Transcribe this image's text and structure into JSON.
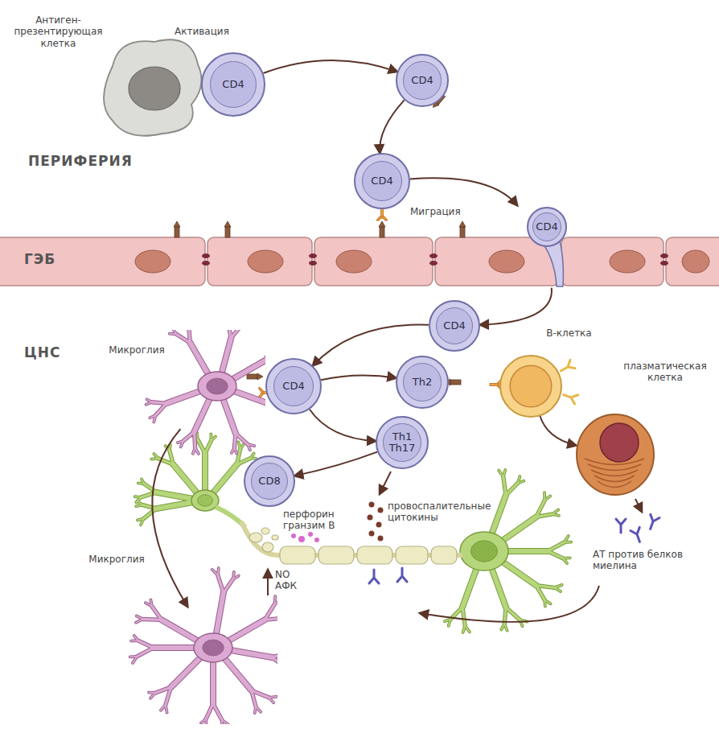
{
  "diagram": {
    "nodes": [
      {
        "text": [
          "Антиген-презентирующая клетка"
        ]
      },
      {
        "text": [
          "CD4"
        ]
      },
      {
        "text": [
          "CD4"
        ]
      },
      {
        "text": [
          "CD4"
        ]
      },
      {
        "text": [
          "CD4"
        ]
      },
      {
        "text": [
          "CD4"
        ]
      },
      {
        "text": [
          "Микроглия"
        ]
      },
      {
        "text": [
          "CD4"
        ]
      },
      {
        "text": [
          "Th2"
        ]
      },
      {
        "text": [
          "В-клетка"
        ]
      },
      {
        "text": [
          "Th1 Th17"
        ]
      },
      {
        "text": [
          "плазматическая клетка"
        ]
      },
      {
        "text": [
          "CD8"
        ]
      },
      {
        "text": [
          "Микроглия"
        ]
      }
    ],
    "edges": [
      {
        "from": 1,
        "to": 2,
        "arrow": "to"
      },
      {
        "from": 2,
        "to": 3,
        "arrow": "to"
      },
      {
        "from": 3,
        "to": 4,
        "arrow": "to"
      },
      {
        "from": 4,
        "to": 5,
        "arrow": "to"
      },
      {
        "from": 5,
        "to": 7,
        "arrow": "to"
      },
      {
        "from": 7,
        "to": 8,
        "arrow": "to"
      },
      {
        "from": 7,
        "to": 10,
        "arrow": "to"
      },
      {
        "from": 10,
        "to": 12,
        "arrow": "to"
      },
      {
        "from": 9,
        "to": 11,
        "arrow": "to"
      },
      {
        "from": 6,
        "to": 13,
        "arrow": "to"
      }
    ],
    "labels": [
      "Активация",
      "ПЕРИФЕРИЯ",
      "Миграция",
      "ГЭБ",
      "ЦНС",
      "перфорин гранзим В",
      "провоспалительные цитокины",
      "NO АФК",
      "АТ против белков миелина"
    ]
  }
}
